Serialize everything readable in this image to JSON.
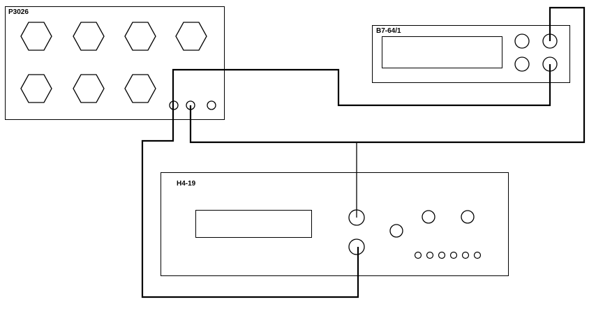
{
  "devices": {
    "p3026": {
      "label": "P3026"
    },
    "b7": {
      "label": "B7-64/1"
    },
    "h4": {
      "label": "H4-19"
    }
  },
  "colors": {
    "stroke": "#000000",
    "background": "#ffffff"
  }
}
